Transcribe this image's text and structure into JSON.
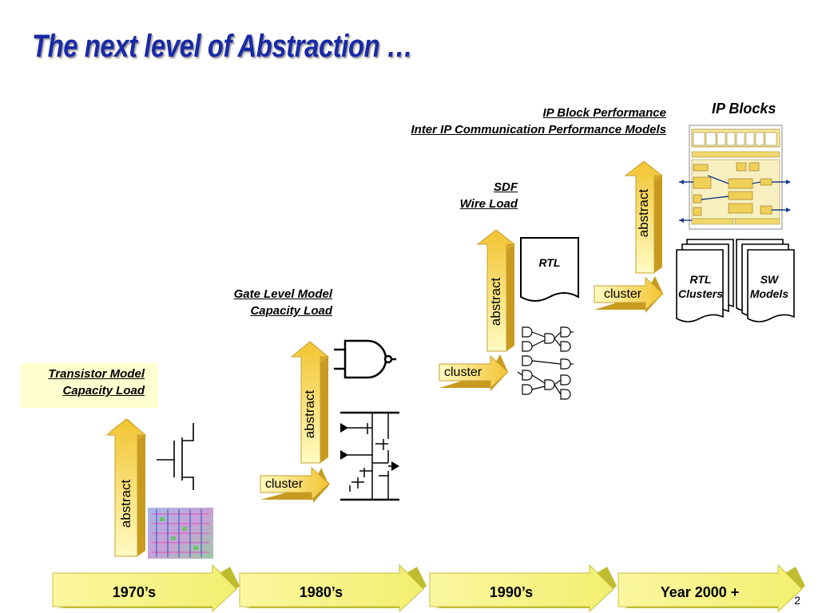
{
  "slide": {
    "title": "The next level of Abstraction …",
    "page_number": "2"
  },
  "annotations": {
    "transistor": [
      "Transistor Model",
      "Capacity Load"
    ],
    "gate": [
      "Gate Level Model",
      "Capacity Load"
    ],
    "sdf": [
      "SDF",
      "Wire Load"
    ],
    "ip_perf": [
      "IP Block Performance",
      "Inter IP Communication Performance Models"
    ],
    "ip_blocks": "IP Blocks"
  },
  "arrows": {
    "abstract_label": "abstract",
    "cluster_label": "cluster"
  },
  "documents": {
    "rtl": "RTL",
    "rtl_clusters": [
      "RTL",
      "Clusters"
    ],
    "sw_models": [
      "SW",
      "Models"
    ]
  },
  "timeline": [
    "1970’s",
    "1980’s",
    "1990’s",
    "Year 2000 +"
  ],
  "colors": {
    "title": "#1a2aa6",
    "arrow_fill_light": "#fffcc0",
    "arrow_fill_dark": "#f0c030",
    "label_box": "#ffffd0"
  }
}
